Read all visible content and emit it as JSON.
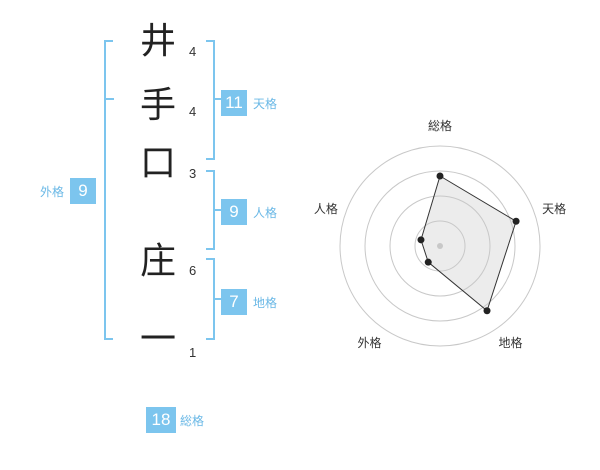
{
  "name": {
    "characters": [
      {
        "char": "井",
        "strokes": "4"
      },
      {
        "char": "手",
        "strokes": "4"
      },
      {
        "char": "口",
        "strokes": "3"
      },
      {
        "char": "庄",
        "strokes": "6"
      },
      {
        "char": "一",
        "strokes": "1"
      }
    ]
  },
  "fortune": {
    "tenkaku": {
      "label": "天格",
      "value": "11"
    },
    "jinkaku": {
      "label": "人格",
      "value": "9"
    },
    "chikaku": {
      "label": "地格",
      "value": "7"
    },
    "gaikaku": {
      "label": "外格",
      "value": "9"
    },
    "soukaku": {
      "label": "総格",
      "value": "18"
    }
  },
  "colors": {
    "accent": "#7cc5ee",
    "text": "#222222"
  },
  "chart_data": {
    "type": "radar",
    "axes": [
      "総格",
      "天格",
      "地格",
      "外格",
      "人格"
    ],
    "values": [
      3.5,
      4.0,
      4.0,
      1.0,
      1.0
    ],
    "max": 5,
    "rings": 4
  }
}
